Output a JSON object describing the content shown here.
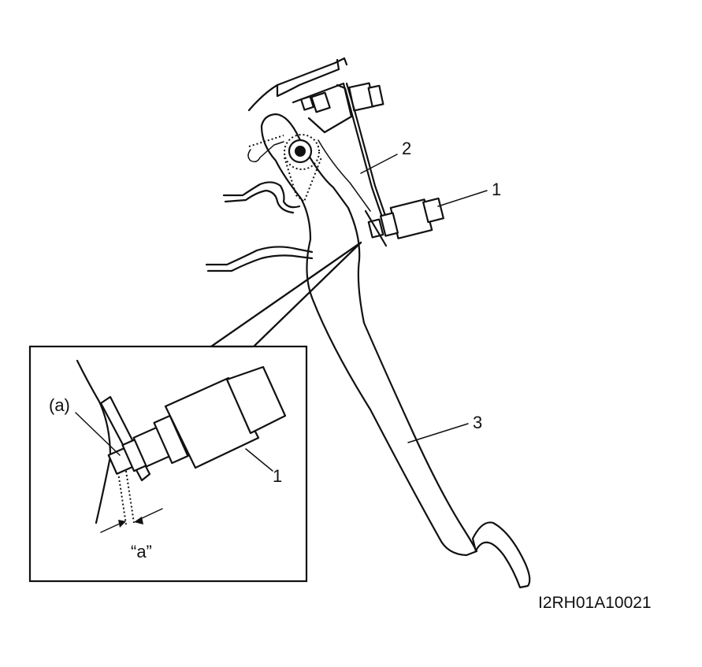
{
  "callouts": {
    "switch": "1",
    "rod": "2",
    "pedal": "3"
  },
  "detail": {
    "nut_label": "(a)",
    "switch_label": "1",
    "gap_label": "“a”"
  },
  "figure_code": "I2RH01A10021",
  "colors": {
    "line": "#111111",
    "background": "#ffffff"
  }
}
